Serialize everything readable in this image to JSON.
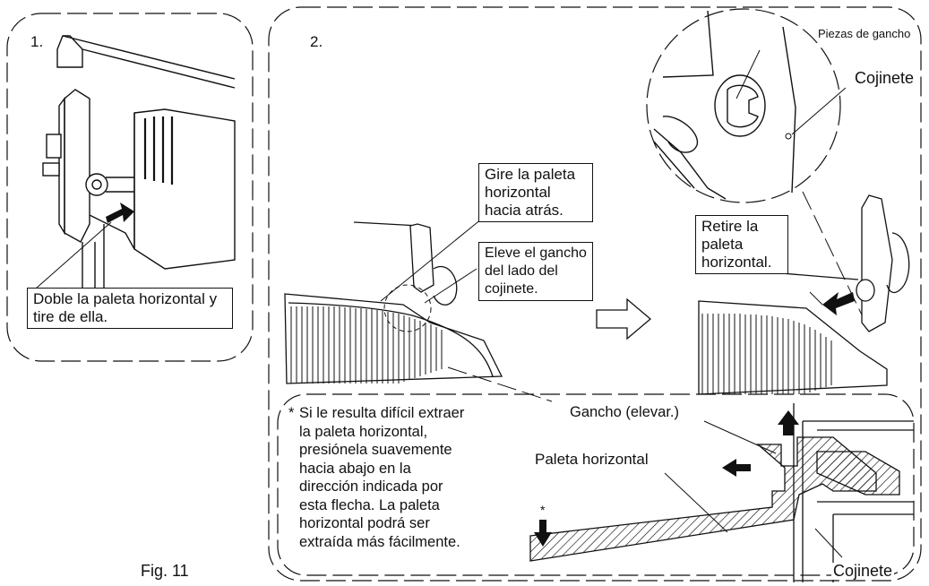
{
  "steps": {
    "step1": "1.",
    "step2": "2."
  },
  "labels": {
    "doble": "Doble la paleta horizontal y tire de ella.",
    "gire": "Gire la paleta horizontal hacia atrás.",
    "eleve": "Eleve el gancho del lado del cojinete.",
    "retire": "Retire la paleta horizontal.",
    "piezas": "Piezas de gancho",
    "cojinete_top": "Cojinete",
    "gancho": "Gancho (elevar.)",
    "paleta": "Paleta horizontal",
    "cojinete_bottom": "Cojinete",
    "asterisk": "*"
  },
  "note": {
    "star": "*",
    "lines": [
      "Si le resulta difícil extraer",
      "la paleta horizontal,",
      "presiónela suavemente",
      "hacia abajo en la",
      "dirección indicada por",
      "esta flecha. La paleta",
      "horizontal podrá ser",
      "extraída más fácilmente."
    ]
  },
  "figure_caption": "Fig. 11"
}
